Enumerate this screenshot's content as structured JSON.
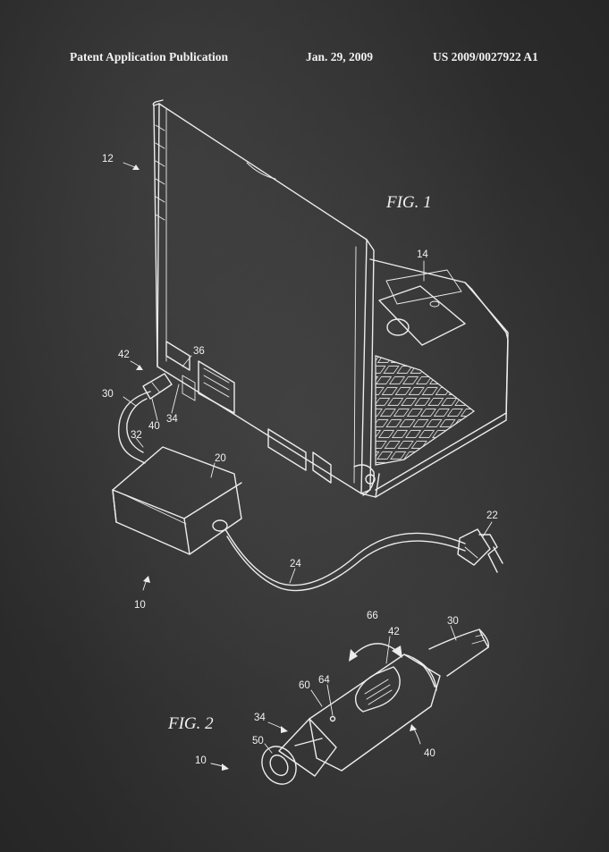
{
  "header": {
    "left": "Patent Application Publication",
    "date": "Jan. 29, 2009",
    "number": "US 2009/0027922 A1"
  },
  "figures": {
    "fig1": "FIG. 1",
    "fig2": "FIG. 2"
  },
  "refs": {
    "r12": "12",
    "r14": "14",
    "r42a": "42",
    "r36": "36",
    "r30a": "30",
    "r40a": "40",
    "r34a": "34",
    "r32": "32",
    "r20": "20",
    "r22": "22",
    "r24": "24",
    "r10a": "10",
    "r66": "66",
    "r42b": "42",
    "r30b": "30",
    "r60": "60",
    "r64": "64",
    "r34b": "34",
    "r50": "50",
    "r40b": "40",
    "r10b": "10"
  }
}
